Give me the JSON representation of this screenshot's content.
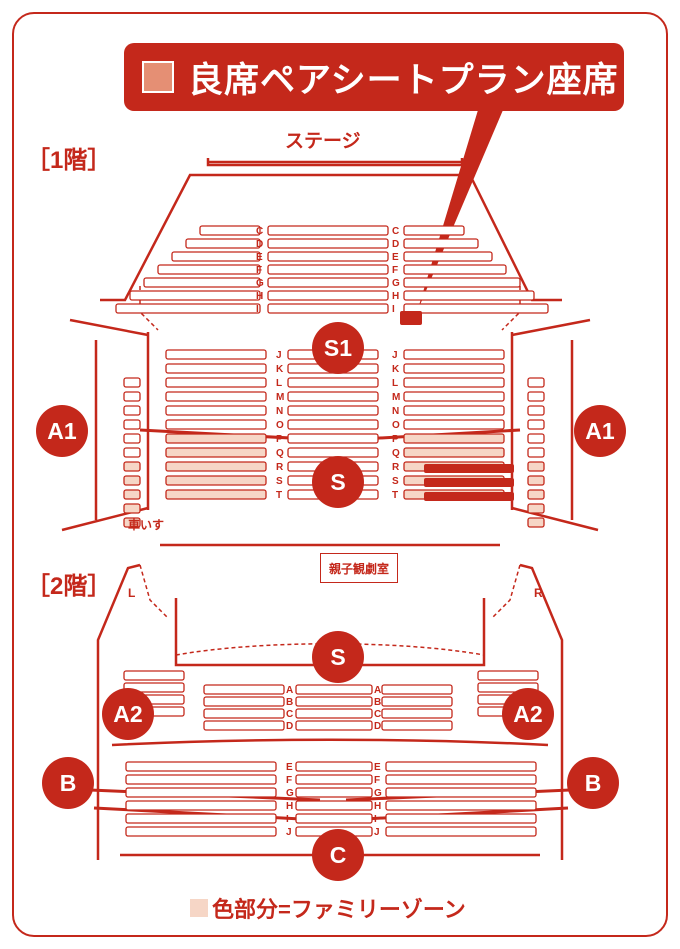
{
  "banner": {
    "title": "良席ペアシートプラン座席",
    "color": "#c4281b",
    "swatch_color": "#e58f74"
  },
  "floor1": {
    "label": "［1階］",
    "stage": "ステージ",
    "wheelchair": "車いす",
    "rows_upper": [
      "C",
      "D",
      "E",
      "F",
      "G",
      "H",
      "I"
    ],
    "rows_lower": [
      "J",
      "K",
      "L",
      "M",
      "N",
      "O",
      "P",
      "Q",
      "R",
      "S",
      "T"
    ]
  },
  "floor2": {
    "label": "［2階］",
    "room": "親子観劇室",
    "side_left": "L",
    "side_right": "R",
    "rows": [
      "A",
      "B",
      "C",
      "D",
      "E",
      "F",
      "G",
      "H",
      "I",
      "J"
    ]
  },
  "zones": {
    "s1": "S1",
    "s1_lower": "S",
    "a1_left": "A1",
    "a1_right": "A1",
    "s2": "S",
    "a2_left": "A2",
    "a2_right": "A2",
    "b_left": "B",
    "b_right": "B",
    "c": "C"
  },
  "legend": {
    "text": "色部分=ファミリーゾーン",
    "swatch_color": "#f6d6c6"
  },
  "colors": {
    "primary": "#c4281b",
    "family_zone": "#f6d6c6",
    "pair_seat": "#c4281b"
  }
}
